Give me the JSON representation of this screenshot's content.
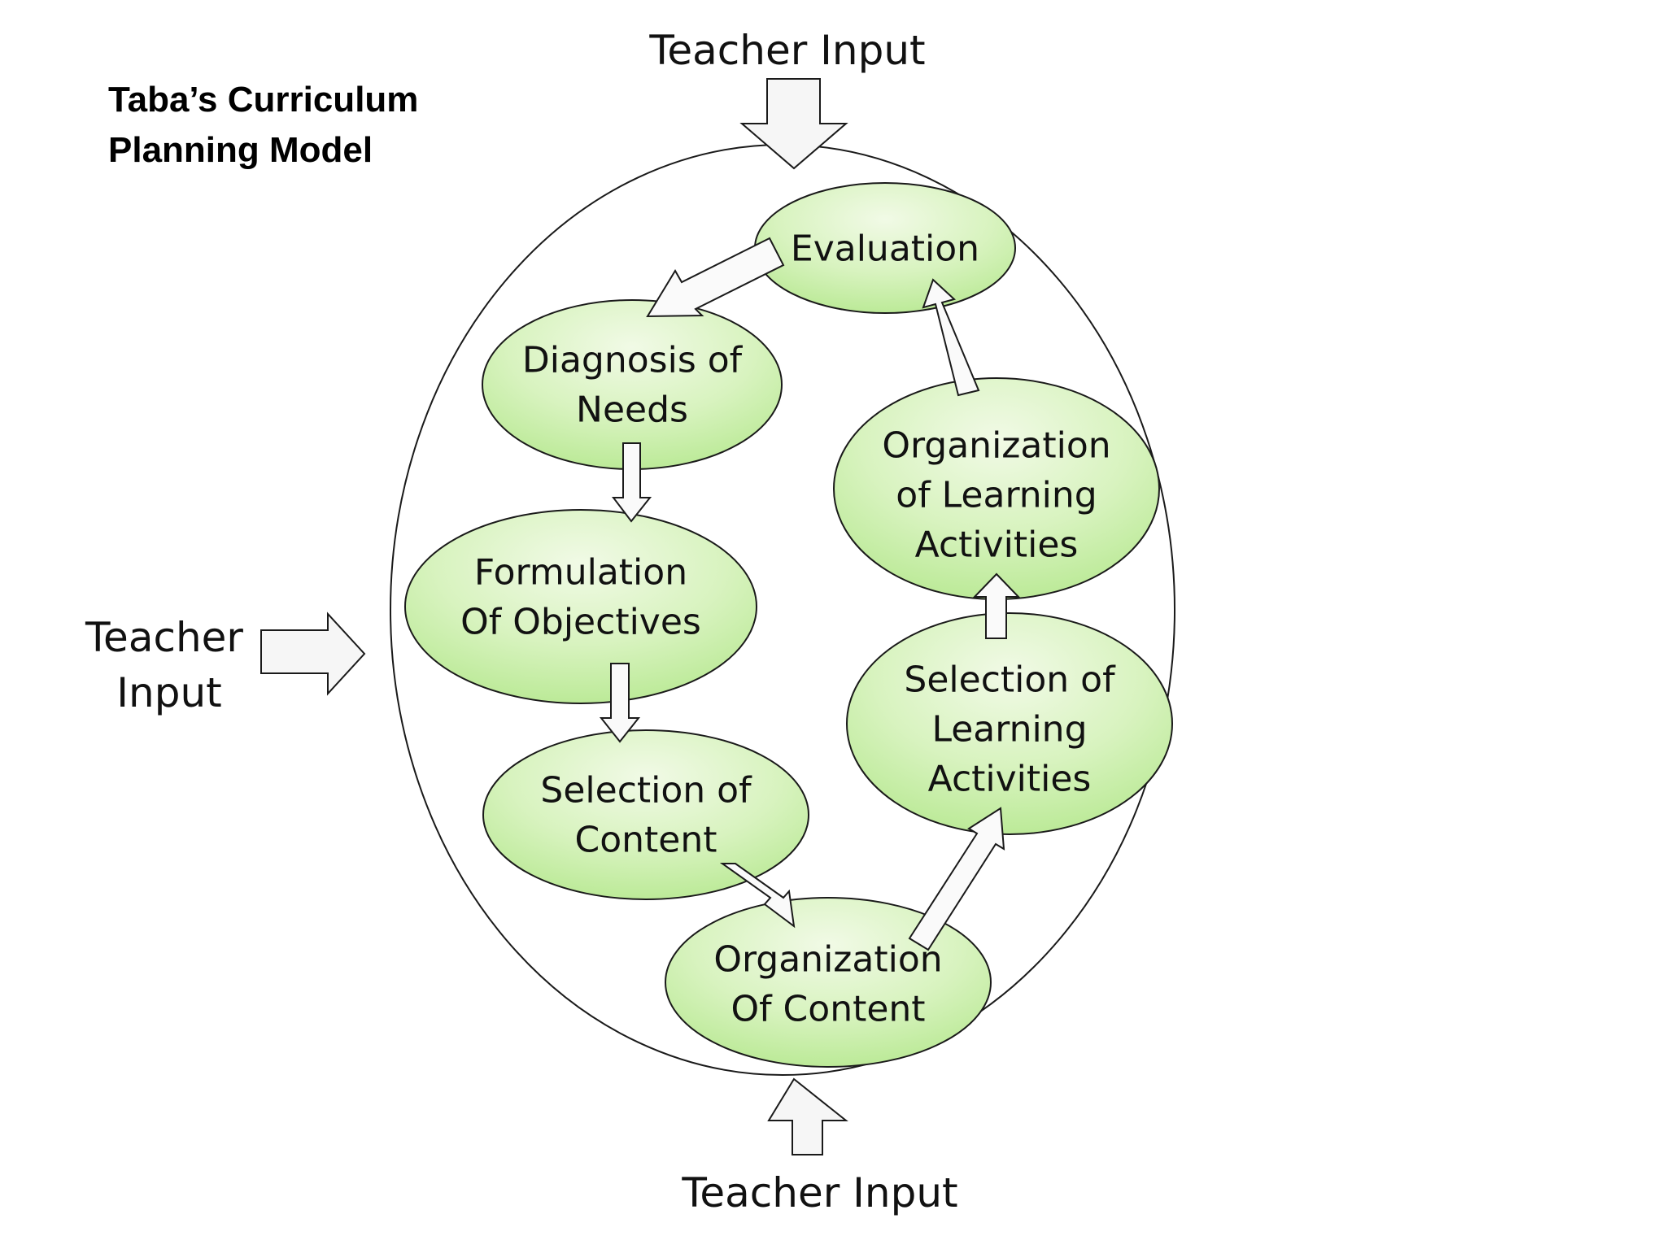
{
  "title": {
    "line1": "Taba’s Curriculum",
    "line2": "Planning Model"
  },
  "teacher_inputs": {
    "top": "Teacher Input",
    "left_line1": "Teacher",
    "left_line2": "Input",
    "bottom": "Teacher Input"
  },
  "stages": {
    "evaluation": [
      "Evaluation"
    ],
    "diagnosis": [
      "Diagnosis of",
      "Needs"
    ],
    "formulation": [
      "Formulation",
      "Of Objectives"
    ],
    "selection_content": [
      "Selection of",
      "Content"
    ],
    "organization_content": [
      "Organization",
      "Of Content"
    ],
    "selection_activities": [
      "Selection of",
      "Learning",
      "Activities"
    ],
    "organization_activities": [
      "Organization",
      "of Learning",
      "Activities"
    ]
  },
  "colors": {
    "stage_fill_center": "#f1fae6",
    "stage_fill_edge": "#b9e994",
    "outline": "#1a1a1a"
  }
}
